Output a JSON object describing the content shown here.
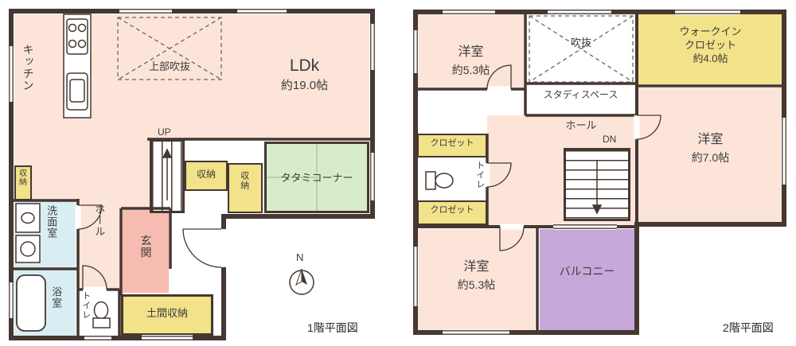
{
  "colors": {
    "wall": "#453731",
    "room_floor_pink": "#fce4d9",
    "closet_yellow": "#f2e28a",
    "tatami_green": "#d9ecca",
    "wet_area_blue": "#d9eef3",
    "balcony_purple": "#c7a8da",
    "entrance_salmon": "#f6bcb1",
    "text": "#3c3c3c"
  },
  "floor1": {
    "caption": "1階平面図",
    "labels": {
      "kitchen": "キッチン",
      "upper_void": "上部吹抜",
      "ldk": "LDk",
      "ldk_size": "約19.0帖",
      "up": "UP",
      "storage_a": "収納",
      "storage_b": "収納",
      "storage_c": "収納",
      "tatami_corner": "タタミコーナー",
      "hall": "ホール",
      "washroom": "洗面室",
      "entrance": "玄関",
      "bathroom": "浴室",
      "toilet": "トイレ",
      "doma_storage": "土間収納",
      "north": "N"
    }
  },
  "floor2": {
    "caption": "2階平面図",
    "labels": {
      "room_a": "洋室",
      "room_a_size": "約5.3帖",
      "void": "吹抜",
      "wic_line1": "ウォークイン",
      "wic_line2": "クロゼット",
      "wic_size": "約4.0帖",
      "study": "スタディスペース",
      "closet_a": "クロゼット",
      "closet_b": "クロゼット",
      "toilet": "トイレ",
      "hall": "ホール",
      "dn": "DN",
      "room_b": "洋室",
      "room_b_size": "約7.0帖",
      "room_c": "洋室",
      "room_c_size": "約5.3帖",
      "balcony": "バルコニー"
    }
  }
}
